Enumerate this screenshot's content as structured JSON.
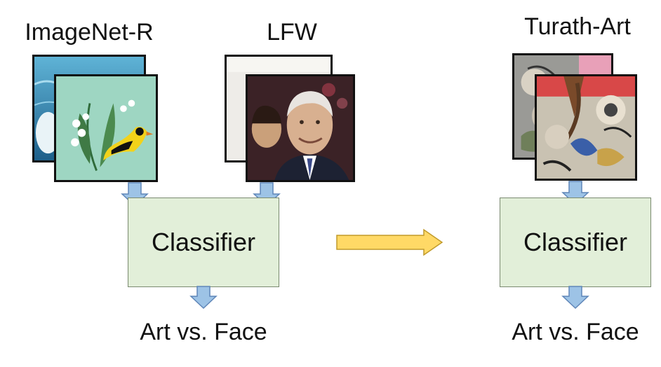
{
  "left_panel": {
    "dataset_a_label": "ImageNet-R",
    "dataset_b_label": "LFW",
    "classifier_label": "Classifier",
    "output_label": "Art vs. Face"
  },
  "right_panel": {
    "dataset_label": "Turath-Art",
    "classifier_label": "Classifier",
    "output_label": "Art vs. Face"
  },
  "colors": {
    "classifier_fill": "#e2efd9",
    "down_arrow_fill": "#9dc3e6",
    "transfer_arrow_fill": "#ffd966"
  }
}
